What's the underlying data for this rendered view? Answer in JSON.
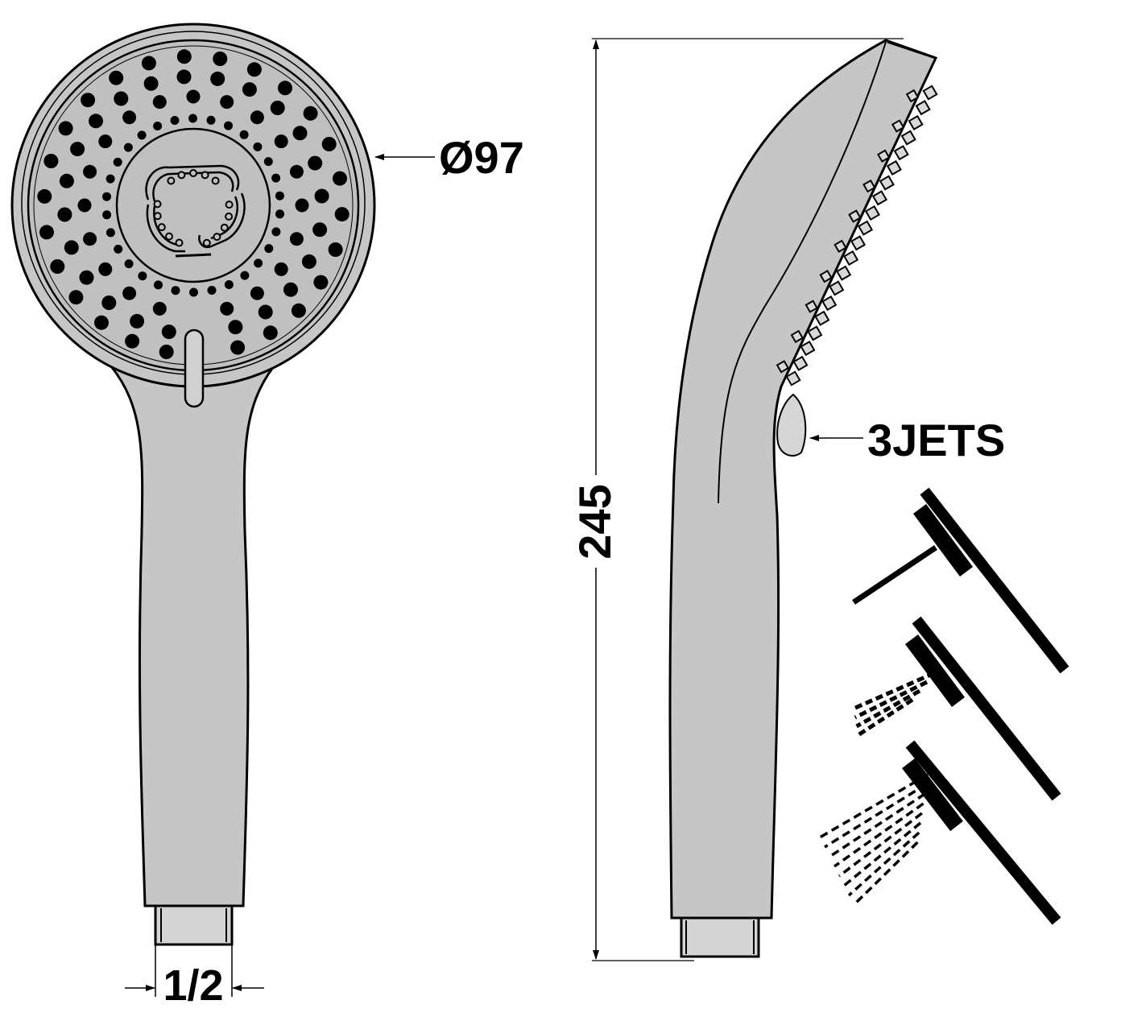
{
  "labels": {
    "diameter": "Ø97",
    "length": "245",
    "thread": "1/2",
    "jets": "3JETS"
  },
  "colors": {
    "body": "#c6c6c6",
    "face": "#c0c0c0",
    "outline": "#000000",
    "nozzle": "#1a1a1a",
    "connector": "#d4d4d4",
    "background": "#ffffff"
  },
  "icons": {
    "spray_modes": [
      "single-jet-spray-icon",
      "dashed-jet-spray-icon",
      "wide-rain-spray-icon"
    ]
  }
}
